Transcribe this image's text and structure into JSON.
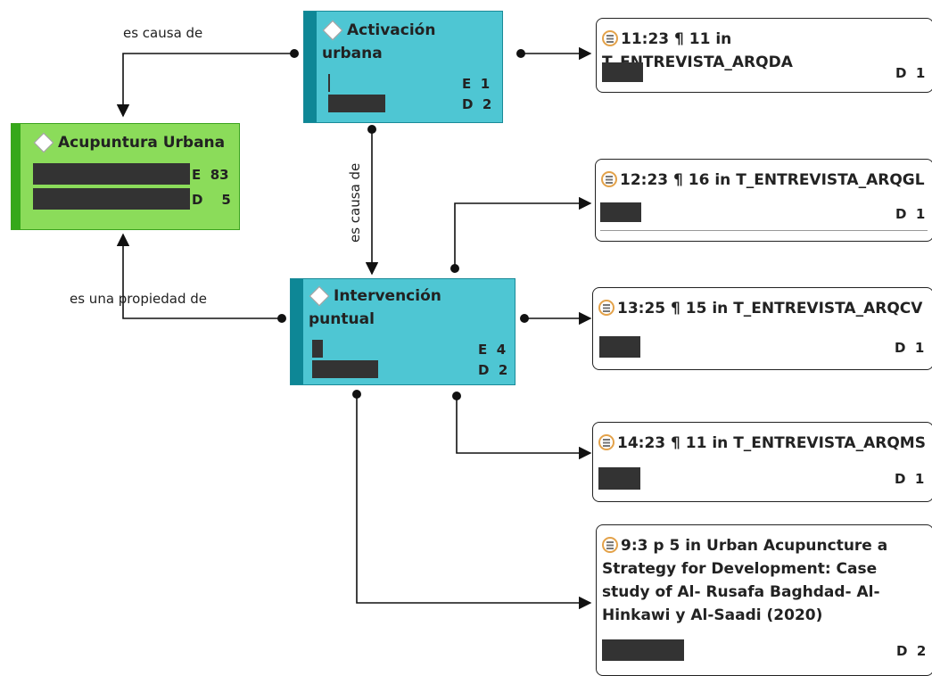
{
  "codes": {
    "activacion": {
      "title": "Activación urbana",
      "stat_e": "E  1",
      "stat_d": "D  2"
    },
    "acupuntura": {
      "title": "Acupuntura Urbana",
      "stat_e": "E  83",
      "stat_d": "D    5"
    },
    "intervencion": {
      "title": "Intervención puntual",
      "stat_e": "E  4",
      "stat_d": "D  2"
    }
  },
  "quotations": [
    {
      "title": "11:23 ¶ 11 in T_ENTREVISTA_ARQDA",
      "count": "D  1"
    },
    {
      "title": "12:23 ¶ 16 in T_ENTREVISTA_ARQGL",
      "count": "D  1"
    },
    {
      "title": "13:25 ¶ 15 in T_ENTREVISTA_ARQCV",
      "count": "D  1"
    },
    {
      "title": "14:23 ¶ 11 in T_ENTREVISTA_ARQMS",
      "count": "D  1"
    },
    {
      "title": "9:3 p 5 in Urban Acupuncture a Strategy for Development: Case study of Al- Rusafa Baghdad- Al-Hinkawi y Al-Saadi (2020)",
      "count": "D  2"
    }
  ],
  "relations": {
    "causa_1": "es causa de",
    "causa_2": "es causa de",
    "propiedad": "es una propiedad de"
  },
  "colors": {
    "code_fill": "#4ec6d3",
    "code_stripe": "#0e8796",
    "root_fill": "#8bdc5a",
    "root_stripe": "#36a81a",
    "quote_icon": "#e3a24a"
  }
}
